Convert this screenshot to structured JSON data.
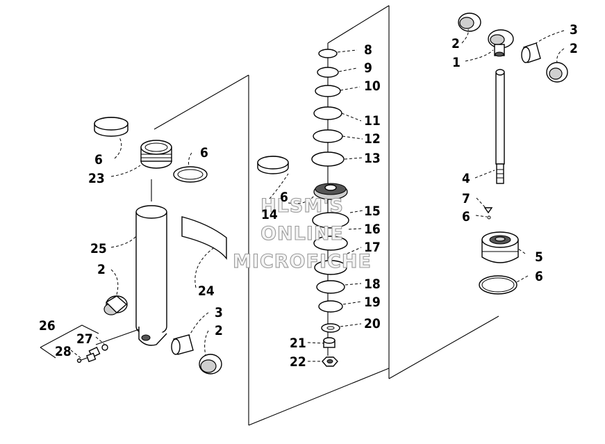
{
  "callouts": {
    "c8": "8",
    "c9": "9",
    "c10": "10",
    "c11": "11",
    "c12": "12",
    "c13": "13",
    "c14": "14",
    "c15": "15",
    "c16": "16",
    "c17": "17",
    "c18": "18",
    "c19": "19",
    "c20": "20",
    "c21": "21",
    "c22": "22",
    "c6a": "6",
    "c23": "23",
    "c6b": "6",
    "c25": "25",
    "c2a": "2",
    "c24": "24",
    "c3a": "3",
    "c2b": "2",
    "c26": "26",
    "c27": "27",
    "c28": "28",
    "c6c": "6",
    "c3b": "3",
    "c2c": "2",
    "c2d": "2",
    "c1": "1",
    "c4": "4",
    "c7": "7",
    "c6d": "6",
    "c5": "5",
    "c6e": "6"
  },
  "watermark": {
    "line1": "HLSM'S",
    "line2": "ONLINE",
    "line3": "MICROFICHE"
  }
}
